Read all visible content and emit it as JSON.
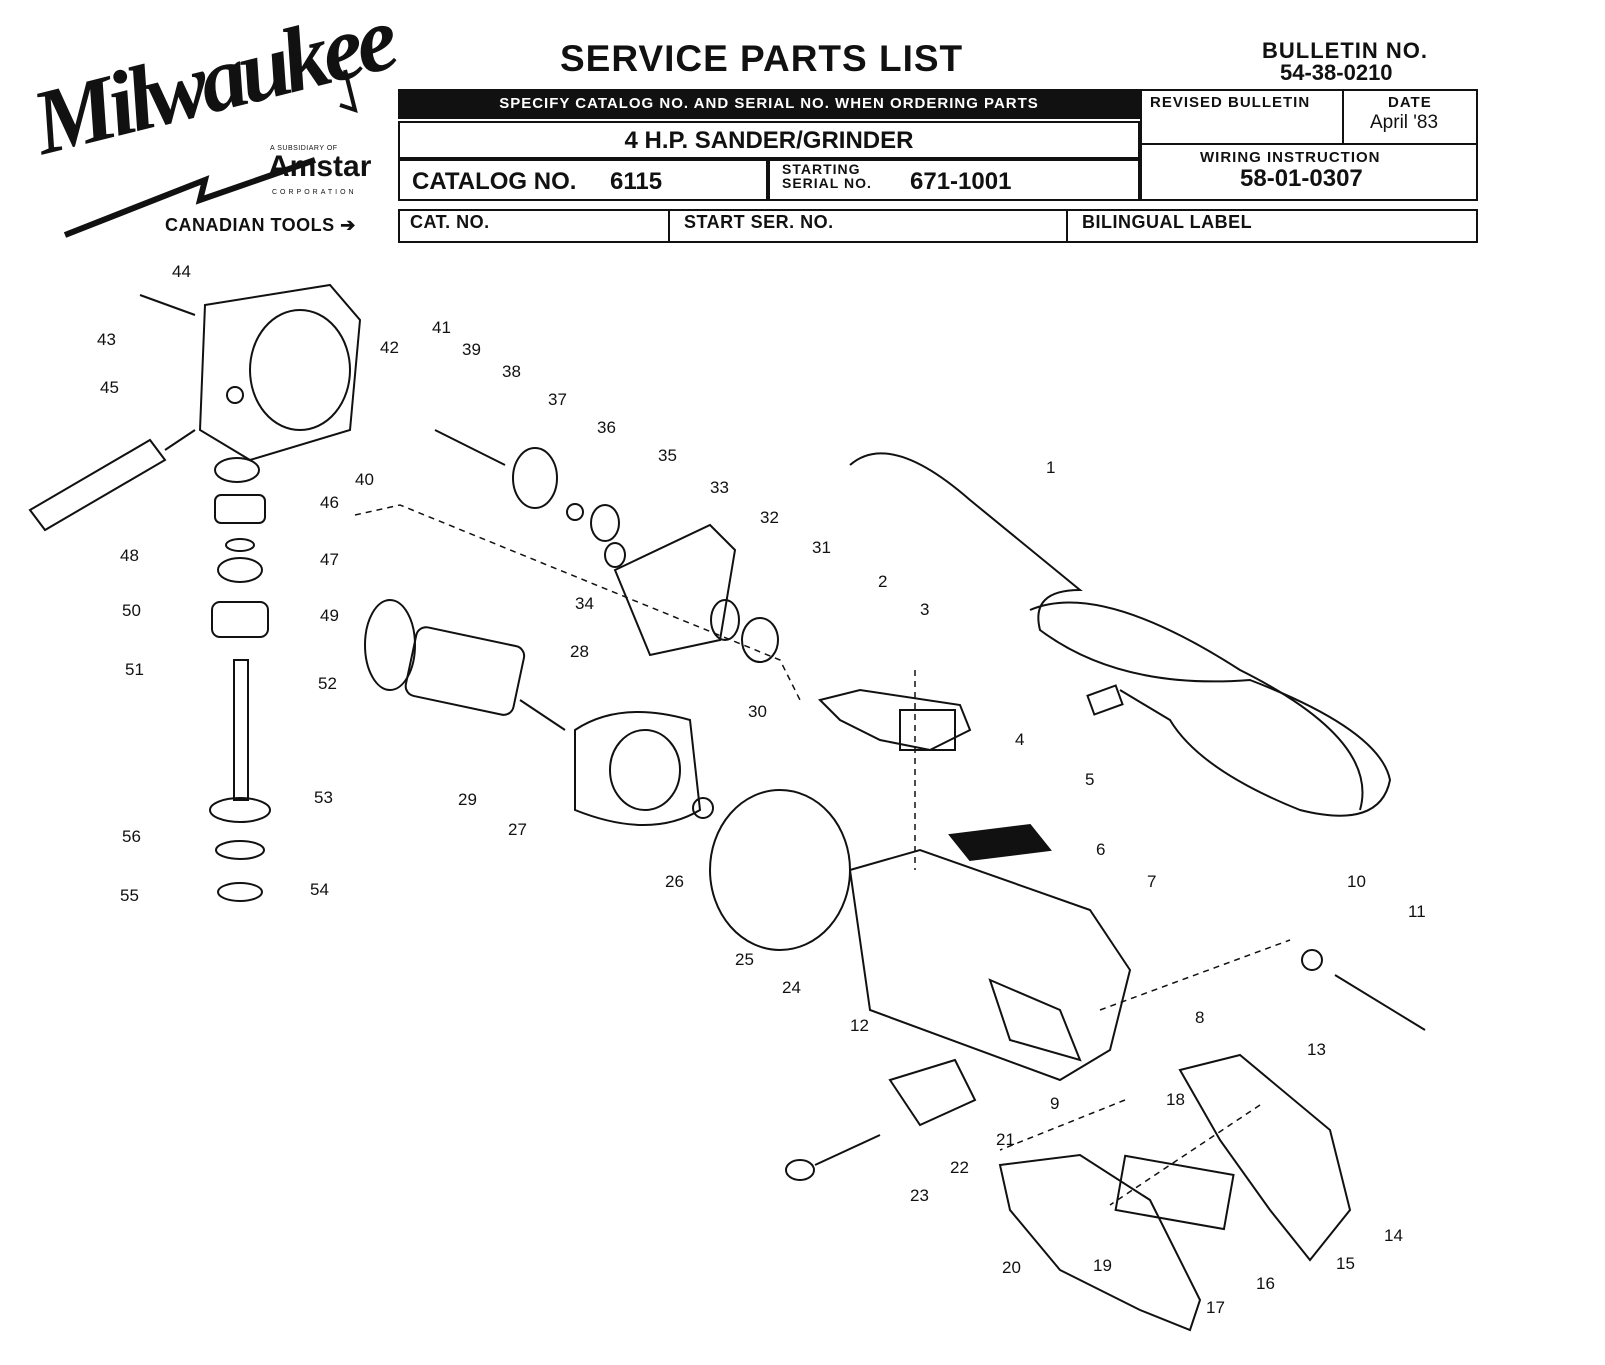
{
  "brand": {
    "logo_text": "Milwaukee",
    "subsidiary_text": "A SUBSIDIARY OF",
    "parent_name": "Amstar",
    "corporation_text": "CORPORATION"
  },
  "header": {
    "title": "SERVICE PARTS LIST",
    "bulletin_label": "BULLETIN NO.",
    "bulletin_number": "54-38-0210",
    "specify_notice": "SPECIFY CATALOG NO. AND SERIAL NO. WHEN ORDERING PARTS",
    "product": "4 H.P. SANDER/GRINDER",
    "catalog_label": "CATALOG NO.",
    "catalog_number": "6115",
    "starting_serial_label_1": "STARTING",
    "starting_serial_label_2": "SERIAL NO.",
    "starting_serial": "671-1001",
    "revised_bulletin_label": "REVISED BULLETIN",
    "date_label": "DATE",
    "date_value": "April '83",
    "wiring_label": "WIRING INSTRUCTION",
    "wiring_number": "58-01-0307"
  },
  "canadian": {
    "label": "CANADIAN TOOLS",
    "cat_no_label": "CAT. NO.",
    "start_ser_label": "START SER. NO.",
    "bilingual_label": "BILINGUAL LABEL"
  },
  "callouts": [
    "1",
    "2",
    "3",
    "4",
    "5",
    "6",
    "7",
    "8",
    "9",
    "10",
    "11",
    "12",
    "13",
    "14",
    "15",
    "16",
    "17",
    "18",
    "19",
    "20",
    "21",
    "22",
    "23",
    "24",
    "25",
    "26",
    "27",
    "28",
    "29",
    "30",
    "31",
    "32",
    "33",
    "34",
    "35",
    "36",
    "37",
    "38",
    "39",
    "40",
    "41",
    "42",
    "43",
    "44",
    "45",
    "46",
    "47",
    "48",
    "49",
    "50",
    "51",
    "52",
    "53",
    "54",
    "55",
    "56"
  ]
}
